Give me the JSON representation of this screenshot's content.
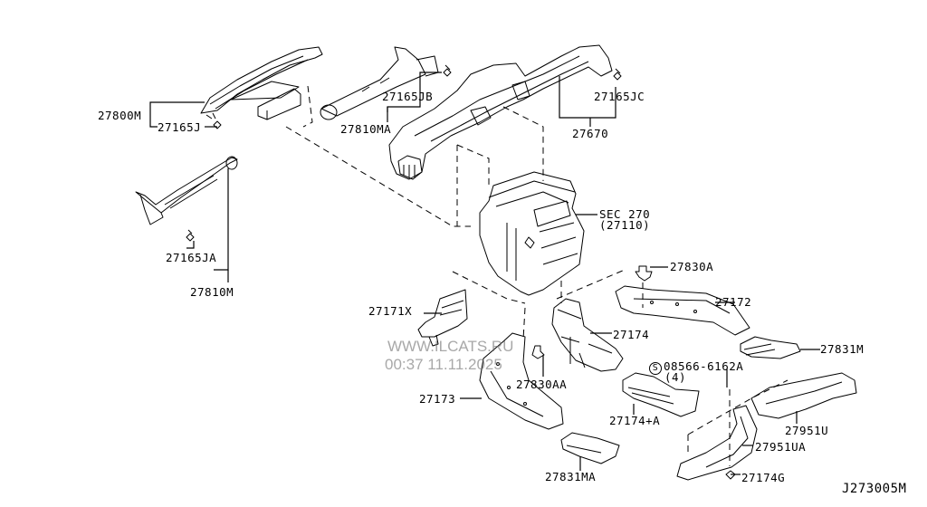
{
  "diagram": {
    "code": "J273005M",
    "section_ref": {
      "line1": "SEC 270",
      "line2": "(27110)"
    },
    "parts": [
      {
        "id": "p27800M",
        "label": "27800M"
      },
      {
        "id": "p27165J",
        "label": "27165J"
      },
      {
        "id": "p27165JB",
        "label": "27165JB"
      },
      {
        "id": "p27810MA",
        "label": "27810MA"
      },
      {
        "id": "p27165JC",
        "label": "27165JC"
      },
      {
        "id": "p27670",
        "label": "27670"
      },
      {
        "id": "p27165JA",
        "label": "27165JA"
      },
      {
        "id": "p27810M",
        "label": "27810M"
      },
      {
        "id": "p27830A",
        "label": "27830A"
      },
      {
        "id": "p27172",
        "label": "27172"
      },
      {
        "id": "p27171X",
        "label": "27171X"
      },
      {
        "id": "p27174",
        "label": "27174"
      },
      {
        "id": "p27831M",
        "label": "27831M"
      },
      {
        "id": "p27830AA",
        "label": "27830AA"
      },
      {
        "id": "p27173",
        "label": "27173"
      },
      {
        "id": "p27174A",
        "label": "27174+A"
      },
      {
        "id": "p27951U",
        "label": "27951U"
      },
      {
        "id": "p27951UA",
        "label": "27951UA"
      },
      {
        "id": "p27831MA",
        "label": "27831MA"
      },
      {
        "id": "p27174G",
        "label": "27174G"
      }
    ],
    "screw": {
      "symbol": "S",
      "part": "08566-6162A",
      "qty": "(4)"
    }
  },
  "watermark": {
    "line1": "WWW.ILCATS.RU",
    "line2": "00:37 11.11.2025"
  }
}
